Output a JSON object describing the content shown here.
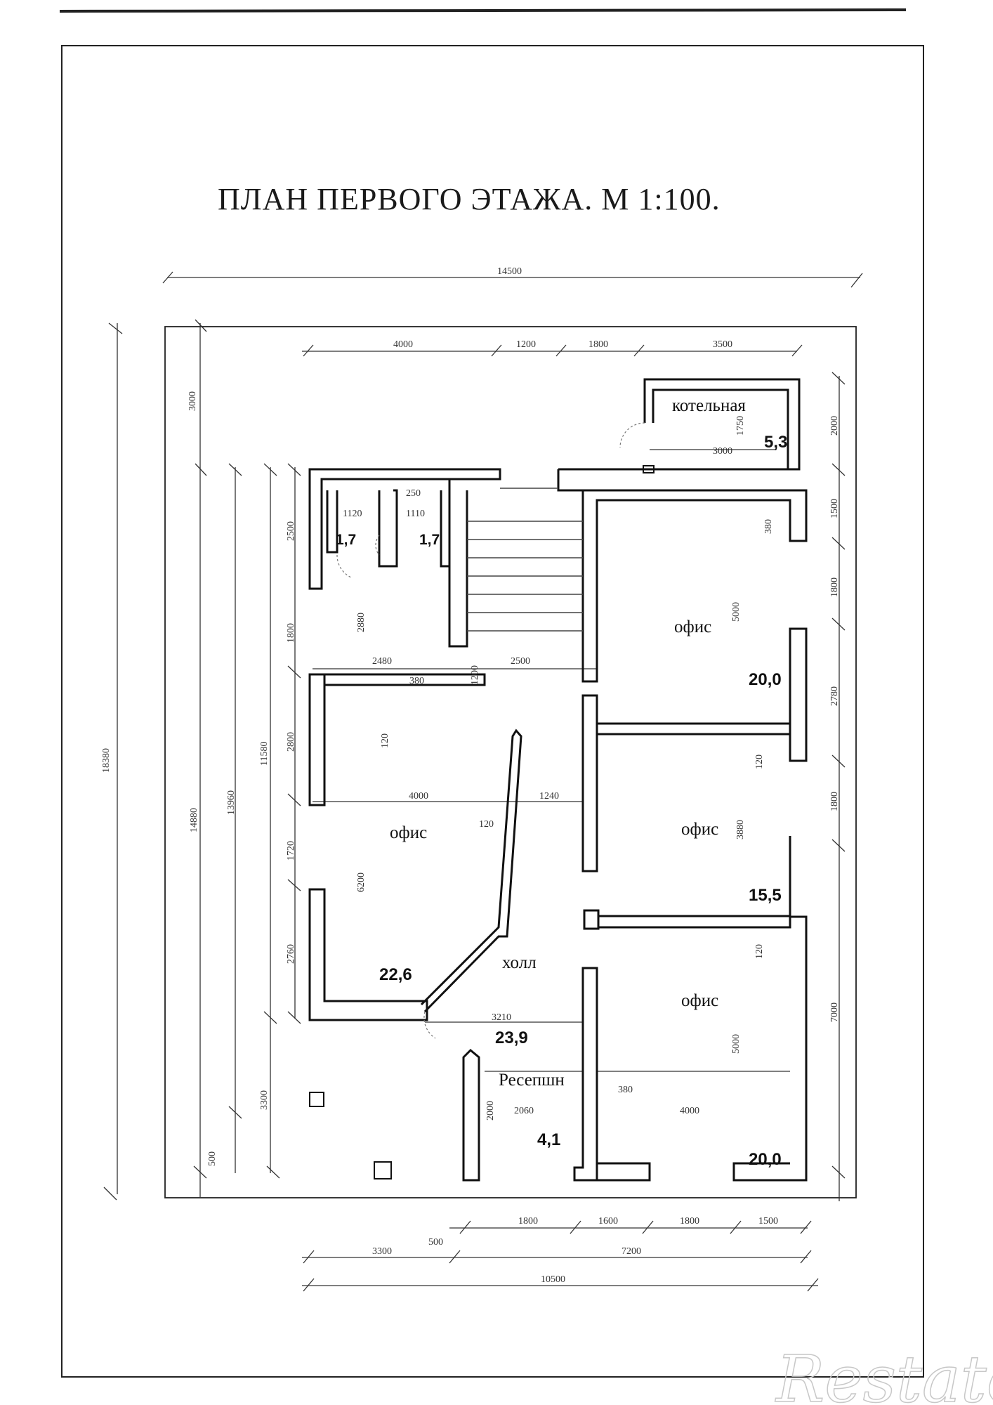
{
  "title": "ПЛАН ПЕРВОГО ЭТАЖА. М 1:100.",
  "watermark": "Restate",
  "rooms": [
    {
      "id": "boiler",
      "label": "котельная",
      "area": "5,3"
    },
    {
      "id": "wc1",
      "label": "",
      "area": "1,7"
    },
    {
      "id": "wc2",
      "label": "",
      "area": "1,7"
    },
    {
      "id": "office-ne",
      "label": "офис",
      "area": "20,0"
    },
    {
      "id": "office-w",
      "label": "офис",
      "area": "22,6"
    },
    {
      "id": "office-e",
      "label": "офис",
      "area": "15,5"
    },
    {
      "id": "hall",
      "label": "холл",
      "area": "23,9"
    },
    {
      "id": "office-se",
      "label": "офис",
      "area": "20,0"
    },
    {
      "id": "reception",
      "label": "Ресепшн",
      "area": "4,1"
    }
  ],
  "dimensions": {
    "overall_width": "14500",
    "overall_height": "18380",
    "top": [
      "4000",
      "1200",
      "1800",
      "3500"
    ],
    "bottom": [
      "1800",
      "1600",
      "1800",
      "1500"
    ],
    "bottom_mid": [
      "3300",
      "500",
      "7200"
    ],
    "bottom_total": "10500",
    "left": [
      "3000",
      "2500",
      "1800",
      "2880",
      "11580",
      "2800",
      "13960",
      "14880",
      "1720",
      "6200",
      "2760",
      "3300",
      "500"
    ],
    "right": [
      "2000",
      "1500",
      "1800",
      "2780",
      "1800",
      "7000"
    ],
    "interior": [
      "1750",
      "3000",
      "380",
      "1120",
      "250",
      "1110",
      "5000",
      "2480",
      "380",
      "1200",
      "2500",
      "120",
      "120",
      "4000",
      "1240",
      "120",
      "3880",
      "120",
      "3210",
      "2000",
      "2060",
      "380",
      "4000",
      "5000"
    ]
  }
}
